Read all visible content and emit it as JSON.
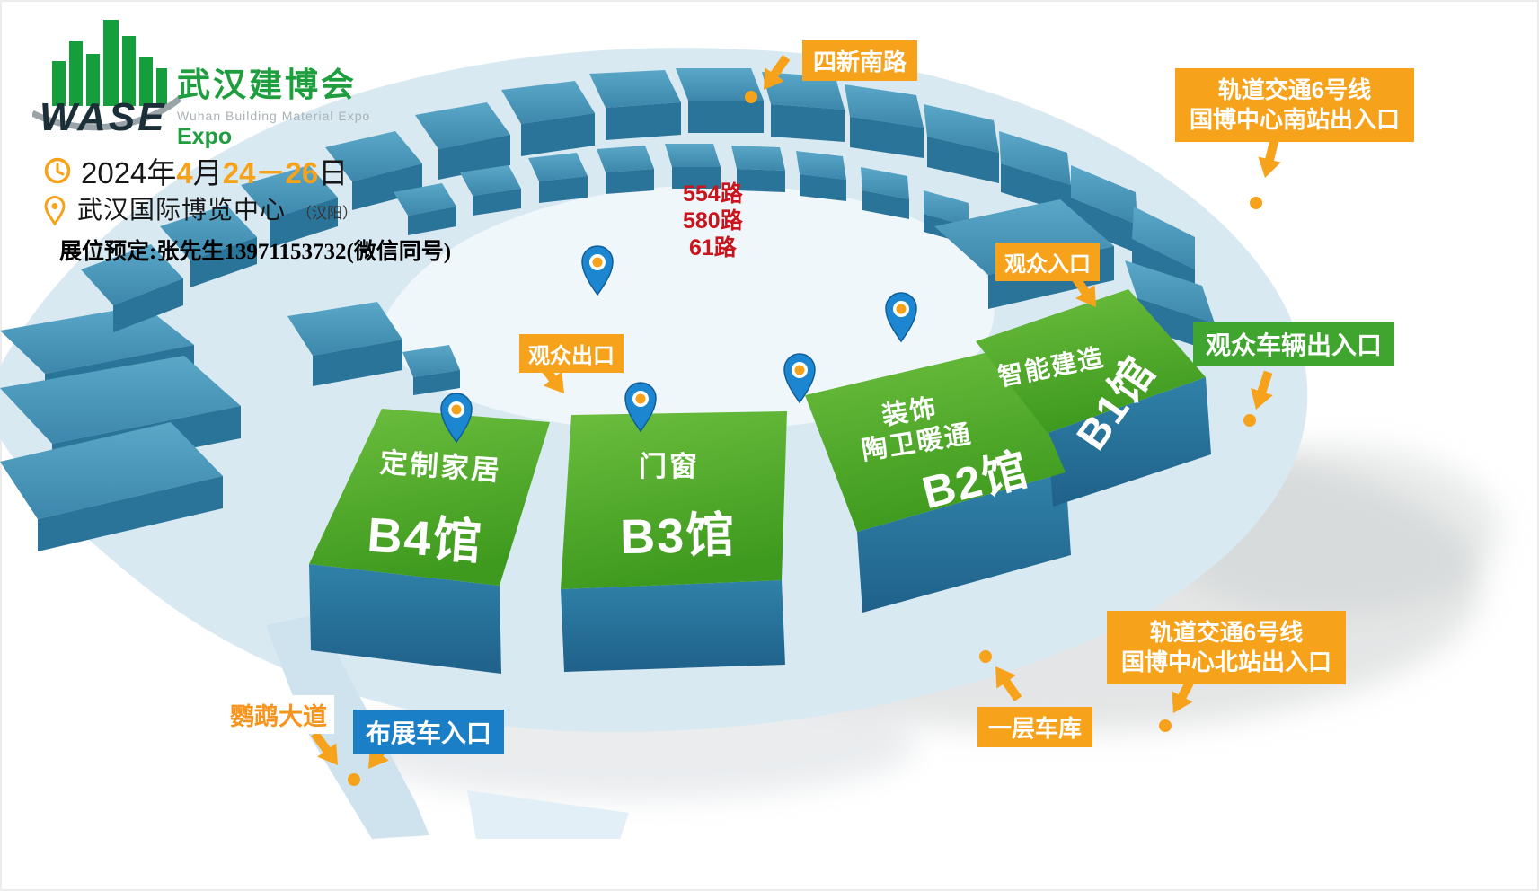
{
  "brand": {
    "logo_text": "WASE",
    "title_cn": "武汉建博会",
    "title_en": "Wuhan Building Material Expo",
    "expo_label": "Expo"
  },
  "event": {
    "date": {
      "year": "2024年",
      "month_num": "4",
      "month_unit": "月",
      "day_range": "24－26",
      "day_unit": "日"
    },
    "venue_name": "武汉国际博览中心",
    "venue_district": "（汉阳）",
    "booking_line": "展位预定:张先生13971153732(微信同号)"
  },
  "bus_stop": {
    "routes": [
      "554路",
      "580路",
      "61路"
    ]
  },
  "map_labels": {
    "road_north": "四新南路",
    "metro_south_line1": "轨道交通6号线",
    "metro_south_line2": "国博中心南站出入口",
    "visitor_entrance": "观众入口",
    "visitor_exit": "观众出口",
    "vehicle_gate": "观众车辆出入口",
    "road_southwest": "鹦鹉大道",
    "truck_entrance": "布展车入口",
    "garage": "一层车库",
    "metro_north_line1": "轨道交通6号线",
    "metro_north_line2": "国博中心北站出入口"
  },
  "halls": [
    {
      "name": "B4馆",
      "category": "定制家居"
    },
    {
      "name": "B3馆",
      "category": "门窗"
    },
    {
      "name": "B2馆",
      "category_line1": "装饰",
      "category_line2": "陶卫暖通"
    },
    {
      "name": "B1馆",
      "category": "智能建造"
    }
  ],
  "colors": {
    "accent_orange": "#F7A21B",
    "hall_green": "#47A327",
    "tag_green": "#3FA52E",
    "tag_blue": "#1A7FC6",
    "route_red": "#C9151E",
    "building_teal": "#3F93B8",
    "logo_green": "#149E3C"
  }
}
